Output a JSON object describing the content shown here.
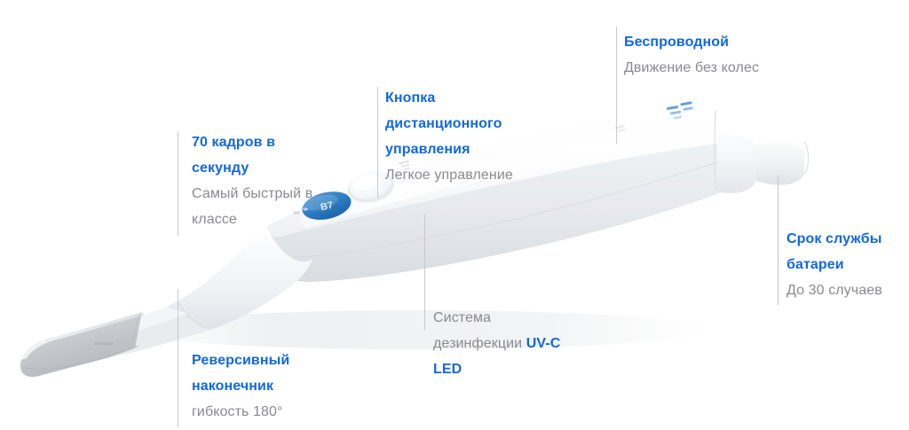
{
  "page": {
    "kind": "product-infographic",
    "subject": "intraoral-dental-scanner-wand",
    "background_color": "#ffffff",
    "accent_color": "#1268e0",
    "secondary_text_color": "#8a8a8e",
    "leader_line_color": "#c9c9cc"
  },
  "callouts": [
    {
      "id": "frames-per-second",
      "title": "70 кадров в\nсекунду",
      "sub": "Самый быстрый в\nклассе"
    },
    {
      "id": "remote-button",
      "title": "Кнопка\nдистанционного\nуправления",
      "sub": "Легкое управление"
    },
    {
      "id": "wireless",
      "title": "Беспроводной",
      "sub": "Движение без колес"
    },
    {
      "id": "battery-life",
      "title": "Срок службы\nбатареи",
      "sub": "До 30 случаев"
    },
    {
      "id": "uvc-disinfection",
      "title": "",
      "sub_pre": "Система\nдезинфекции ",
      "sub_hl": "UV-C\nLED"
    },
    {
      "id": "reversible-tip",
      "title": "Реверсивный\nнаконечник",
      "sub": "гибкость 180°"
    }
  ],
  "device": {
    "label_badge_text": "B7",
    "badge_color": "#2f7fc4",
    "brand_mark_color": "#5b9bd5",
    "body_color": "#fbfcfd",
    "tip_color": "#c9cace"
  }
}
